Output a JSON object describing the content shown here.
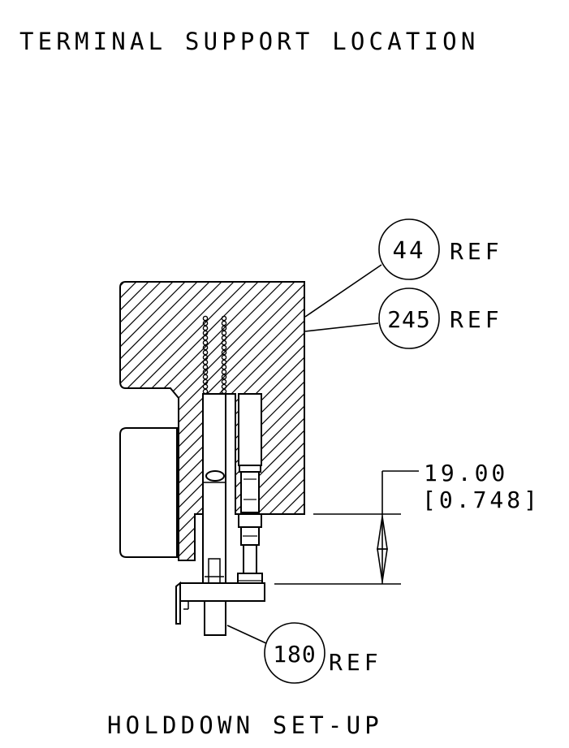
{
  "header": {
    "title": "TERMINAL SUPPORT LOCATION"
  },
  "footer": {
    "caption": "HOLDDOWN SET-UP"
  },
  "callouts": [
    {
      "id": "44",
      "number": "44",
      "suffix": "REF"
    },
    {
      "id": "245",
      "number": "245",
      "suffix": "REF"
    },
    {
      "id": "180",
      "number": "180",
      "suffix": "REF"
    }
  ],
  "dimension": {
    "metric": "19.00",
    "imperial": "[0.748]"
  },
  "colors": {
    "line": "#000000",
    "background": "#ffffff"
  }
}
